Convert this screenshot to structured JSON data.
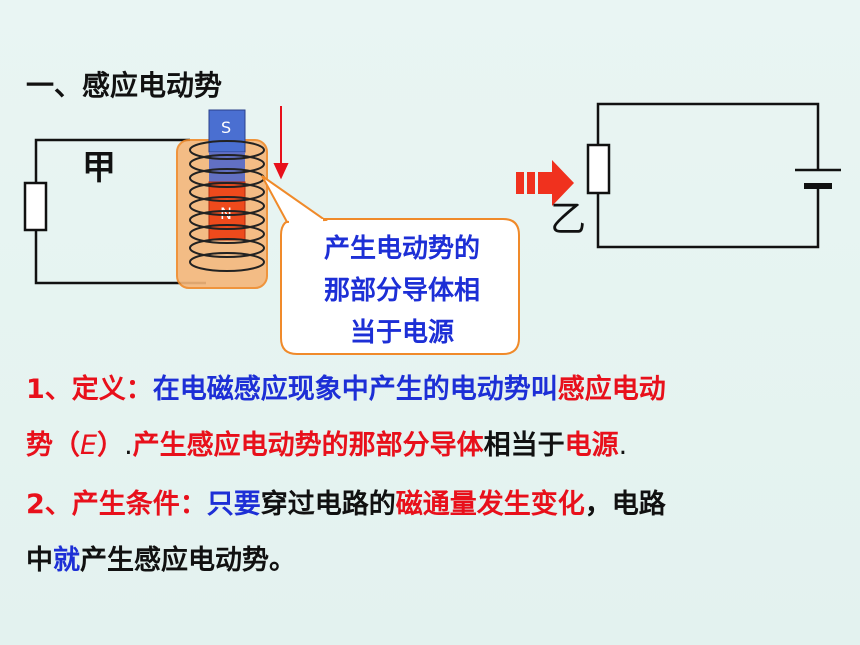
{
  "heading": "一、感应电动势",
  "circuit_a": {
    "label": "甲"
  },
  "magnet": {
    "top_pole": "S",
    "bottom_pole": "N"
  },
  "circuit_b": {
    "label": "乙"
  },
  "callout": {
    "line1": "产生电动势的",
    "line2": "那部分导体相",
    "line3": "当于电源"
  },
  "definition": {
    "prefix": "1、定义：",
    "part1": "在电磁感应现象中产生的电动势叫",
    "part2": "感应电动",
    "part3": "势（",
    "symbol": "E",
    "part4": "）",
    "part5": ".",
    "part6": "产生感应电动势的那部分导体",
    "part7": "相当于",
    "part8": "电源",
    "part9": "."
  },
  "condition": {
    "prefix": "2、产生条件：",
    "part1": "只要",
    "part2": "穿过电路的",
    "part3": "磁通量发生变化",
    "part4": "，电路",
    "part5": "中",
    "part6": "就",
    "part7": "产生感应电动势。"
  },
  "colors": {
    "red": "#e8101b",
    "blue": "#1d2fd6",
    "callout_border": "#f08a2a",
    "coil_fill": "#f5b77a"
  }
}
